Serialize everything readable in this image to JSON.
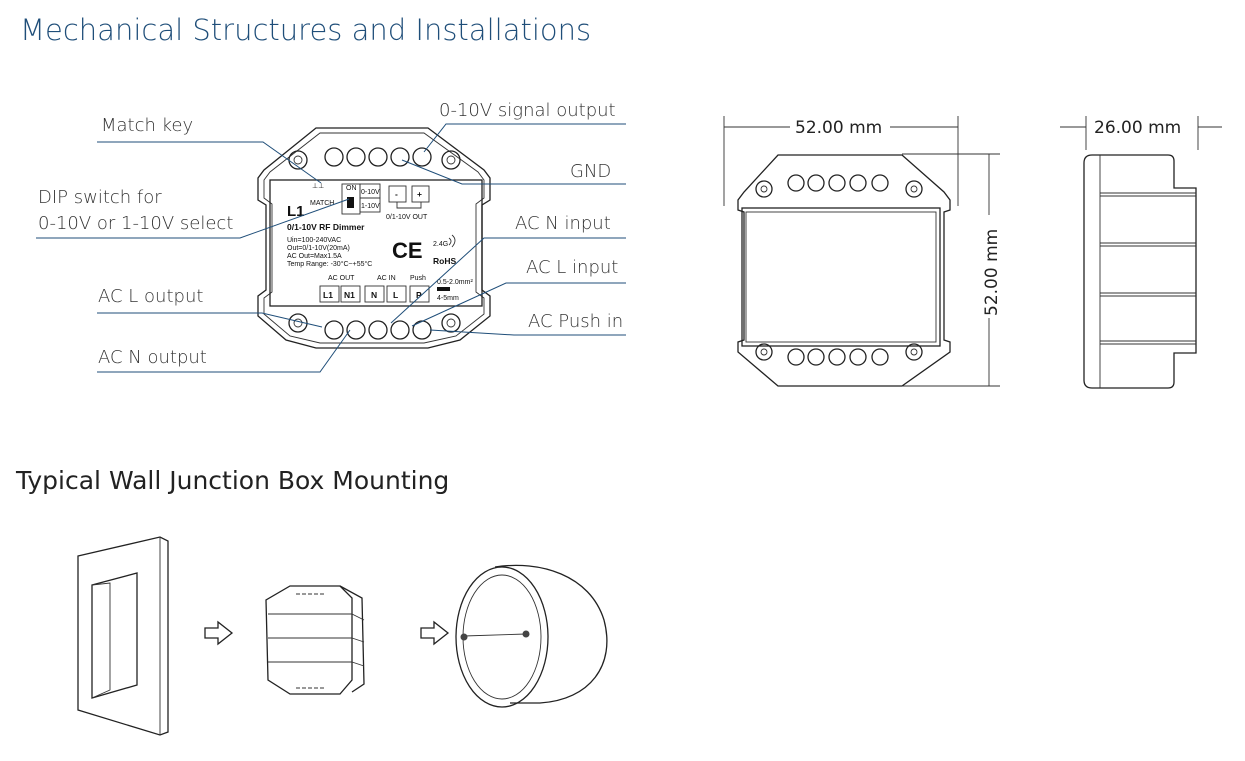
{
  "headings": {
    "mechanical": "Mechanical Structures and Installations",
    "mounting": "Typical Wall Junction Box Mounting"
  },
  "callouts": {
    "match_key": "Match key",
    "dip_line1": "DIP switch for",
    "dip_line2": "0-10V or 1-10V select",
    "ac_l_output": "AC L output",
    "ac_n_output": "AC N output",
    "signal_output": "0-10V signal output",
    "gnd": "GND",
    "ac_n_input": "AC N input",
    "ac_l_input": "AC L input",
    "ac_push_in": "AC Push in"
  },
  "label_plate": {
    "model": "L1",
    "product": "0/1-10V  RF  Dimmer",
    "uin": "Uin=100-240VAC",
    "out": "Out=0/1-10V(20mA)",
    "ac_out": "AC Out=Max1.5A",
    "temp": "Temp Range: -30°C~+55°C",
    "match": "MATCH",
    "dip_on": "ON",
    "dip_opt1": "0-10V",
    "dip_opt2": "1-10V",
    "minus": "-",
    "plus": "+",
    "signal_out": "0/1-10V OUT",
    "ce": "CE",
    "freq": "2.4G",
    "rohs": "RoHS",
    "ac_out_group": "AC OUT",
    "ac_in_group": "AC IN",
    "push": "Push",
    "wire_size": "0.5-2.0mm²",
    "strip": "4-5mm",
    "terminals": [
      "L1",
      "N1",
      "N",
      "L",
      "P"
    ]
  },
  "dimensions": {
    "front_width": "52.00 mm",
    "front_height": "52.00 mm",
    "side_depth": "26.00 mm"
  },
  "colors": {
    "heading": "#1f4e79",
    "leader": "#1f4e79",
    "drawing": "#222222"
  },
  "icons": [
    "arrow-right-icon",
    "arrow-right-icon"
  ]
}
